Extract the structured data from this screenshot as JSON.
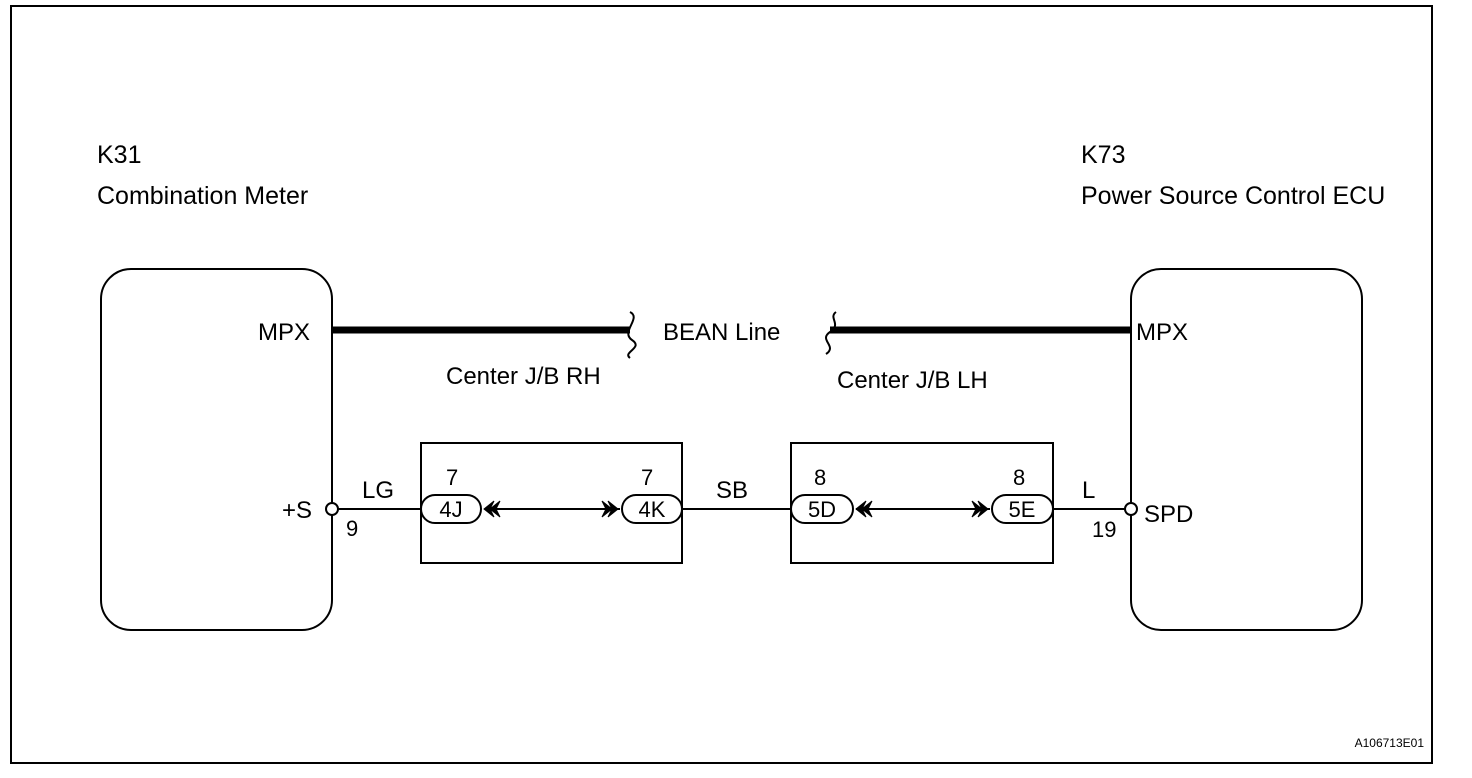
{
  "left_component": {
    "code": "K31",
    "name": "Combination Meter",
    "terminal_mpx": "MPX",
    "terminal_speed": "+S",
    "pin_speed": "9"
  },
  "right_component": {
    "code": "K73",
    "name": "Power Source Control ECU",
    "terminal_mpx": "MPX",
    "terminal_speed": "SPD",
    "pin_speed": "19"
  },
  "bean_line": {
    "label": "BEAN Line",
    "left_jb_label": "Center J/B RH",
    "right_jb_label": "Center J/B LH"
  },
  "wires": {
    "left_color": "LG",
    "middle_color": "SB",
    "right_color": "L"
  },
  "junction_rh": {
    "in_connector": "4J",
    "in_pin": "7",
    "out_connector": "4K",
    "out_pin": "7"
  },
  "junction_lh": {
    "in_connector": "5D",
    "in_pin": "8",
    "out_connector": "5E",
    "out_pin": "8"
  },
  "figure_id": "A106713E01"
}
